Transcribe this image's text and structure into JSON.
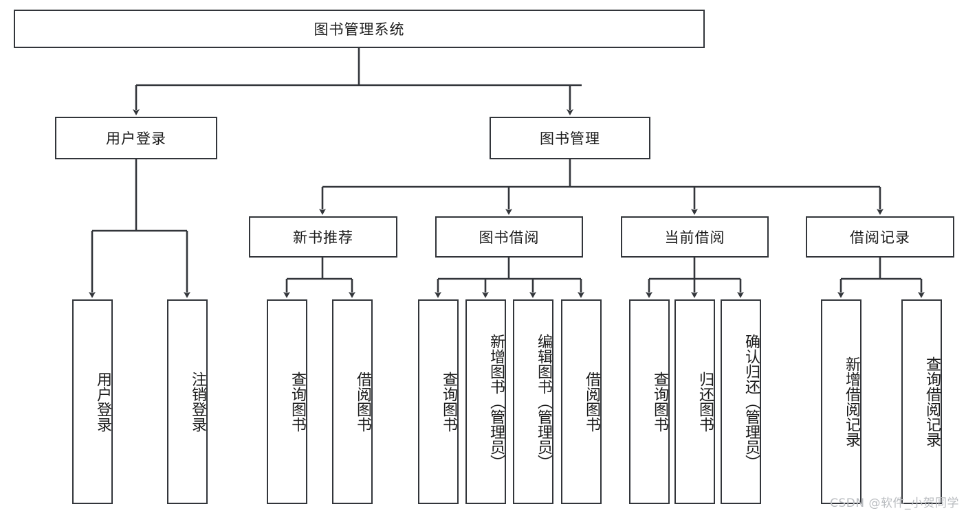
{
  "diagram": {
    "title_node": {
      "label": "图书管理系统"
    },
    "level2": [
      {
        "id": "user-login",
        "label": "用户登录"
      },
      {
        "id": "book-manage",
        "label": "图书管理"
      }
    ],
    "level3": [
      {
        "id": "new-book-recommend",
        "label": "新书推荐"
      },
      {
        "id": "book-borrow",
        "label": "图书借阅"
      },
      {
        "id": "current-borrow",
        "label": "当前借阅"
      },
      {
        "id": "borrow-record",
        "label": "借阅记录"
      }
    ],
    "leaves": [
      {
        "id": "leaf-user-login",
        "label": "用户登录",
        "parent": "user-login"
      },
      {
        "id": "leaf-user-logout",
        "label": "注销登录",
        "parent": "user-login"
      },
      {
        "id": "leaf-query-book-1",
        "label": "查询图书",
        "parent": "new-book-recommend"
      },
      {
        "id": "leaf-borrow-book-1",
        "label": "借阅图书",
        "parent": "new-book-recommend"
      },
      {
        "id": "leaf-query-book-2",
        "label": "查询图书",
        "parent": "book-borrow"
      },
      {
        "id": "leaf-add-book",
        "label": "新增图书（管理员）",
        "parent": "book-borrow"
      },
      {
        "id": "leaf-edit-book",
        "label": "编辑图书（管理员）",
        "parent": "book-borrow"
      },
      {
        "id": "leaf-borrow-book-2",
        "label": "借阅图书",
        "parent": "book-borrow"
      },
      {
        "id": "leaf-query-book-3",
        "label": "查询图书",
        "parent": "current-borrow"
      },
      {
        "id": "leaf-return-book",
        "label": "归还图书",
        "parent": "current-borrow"
      },
      {
        "id": "leaf-confirm-return",
        "label": "确认归还（管理员）",
        "parent": "current-borrow"
      },
      {
        "id": "leaf-add-record",
        "label": "新增借阅记录",
        "parent": "borrow-record"
      },
      {
        "id": "leaf-query-record",
        "label": "查询借阅记录",
        "parent": "borrow-record"
      }
    ],
    "watermark": "CSDN @软件_小贺同学",
    "colors": {
      "stroke": "#32353a",
      "fill": "#ffffff",
      "text": "#1b1b1b",
      "watermark": "#b9bcc0"
    }
  }
}
